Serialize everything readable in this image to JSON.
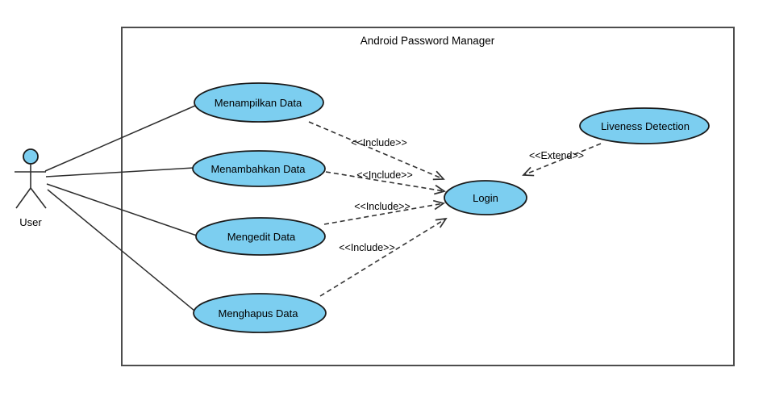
{
  "diagram": {
    "type": "uml-use-case-diagram",
    "title": "Android Password Manager",
    "actor": {
      "label": "User"
    },
    "use_cases": [
      {
        "label": "Menampilkan Data"
      },
      {
        "label": "Menambahkan Data"
      },
      {
        "label": "Mengedit Data"
      },
      {
        "label": "Menghapus Data"
      },
      {
        "label": "Login"
      },
      {
        "label": "Liveness Detection"
      }
    ],
    "relationships": [
      {
        "from": "Menampilkan Data",
        "to": "Login",
        "type": "include",
        "label": "<<Include>>"
      },
      {
        "from": "Menambahkan Data",
        "to": "Login",
        "type": "include",
        "label": "<<Include>>"
      },
      {
        "from": "Mengedit Data",
        "to": "Login",
        "type": "include",
        "label": "<<Include>>"
      },
      {
        "from": "Menghapus Data",
        "to": "Login",
        "type": "include",
        "label": "<<Include>>"
      },
      {
        "from": "Liveness Detection",
        "to": "Login",
        "type": "extend",
        "label": "<<Extend>>"
      },
      {
        "from": "User",
        "to": "Menampilkan Data",
        "type": "association",
        "label": ""
      },
      {
        "from": "User",
        "to": "Menambahkan Data",
        "type": "association",
        "label": ""
      },
      {
        "from": "User",
        "to": "Mengedit Data",
        "type": "association",
        "label": ""
      },
      {
        "from": "User",
        "to": "Menghapus Data",
        "type": "association",
        "label": ""
      }
    ],
    "colors": {
      "node_fill": "#7CCEF0",
      "node_stroke": "#1a1a1a",
      "boundary_stroke": "#4d4d4d",
      "connector": "#333333",
      "text": "#000000",
      "background": "#ffffff"
    }
  }
}
